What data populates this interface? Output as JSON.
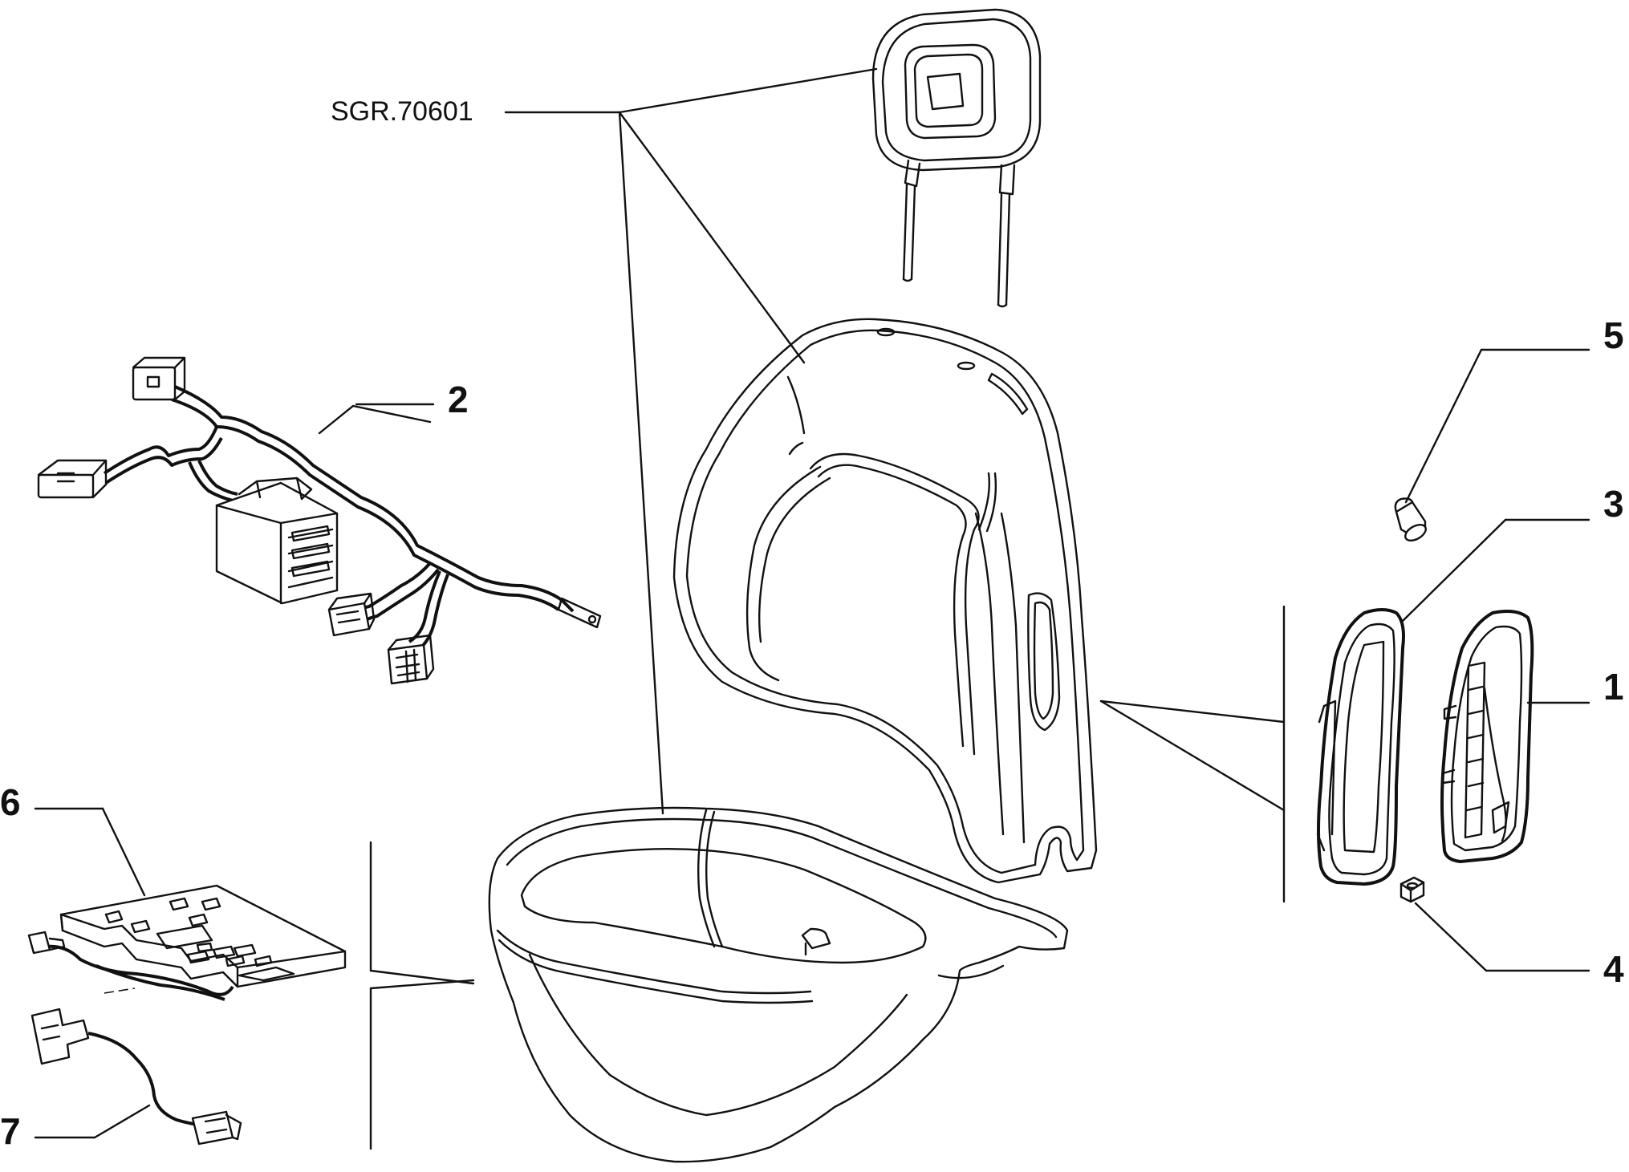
{
  "reference_label": "SGR.70601",
  "callouts": [
    {
      "id": "1",
      "text": "1"
    },
    {
      "id": "2",
      "text": "2"
    },
    {
      "id": "3",
      "text": "3"
    },
    {
      "id": "4",
      "text": "4"
    },
    {
      "id": "5",
      "text": "5"
    },
    {
      "id": "6",
      "text": "6"
    },
    {
      "id": "7",
      "text": "7"
    }
  ]
}
